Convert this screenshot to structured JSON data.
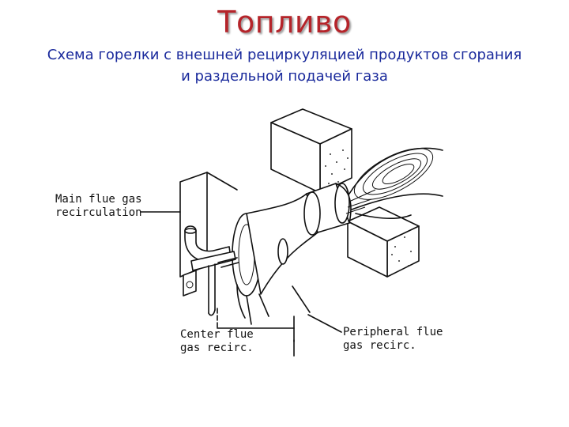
{
  "title": "Топливо",
  "subtitle": {
    "line1": "Схема горелки с внешней рециркуляцией продуктов сгорания",
    "line2": "и раздельной подачей газа"
  },
  "labels": {
    "main_line1": "Main flue gas",
    "main_line2": "recirculation",
    "center_line1": "Center flue",
    "center_line2": "gas recirc.",
    "peripheral_line1": "Peripheral flue",
    "peripheral_line2": "gas recirc."
  },
  "colors": {
    "title": "#b5242a",
    "subtitle": "#1a2a9c",
    "ink": "#111111"
  }
}
